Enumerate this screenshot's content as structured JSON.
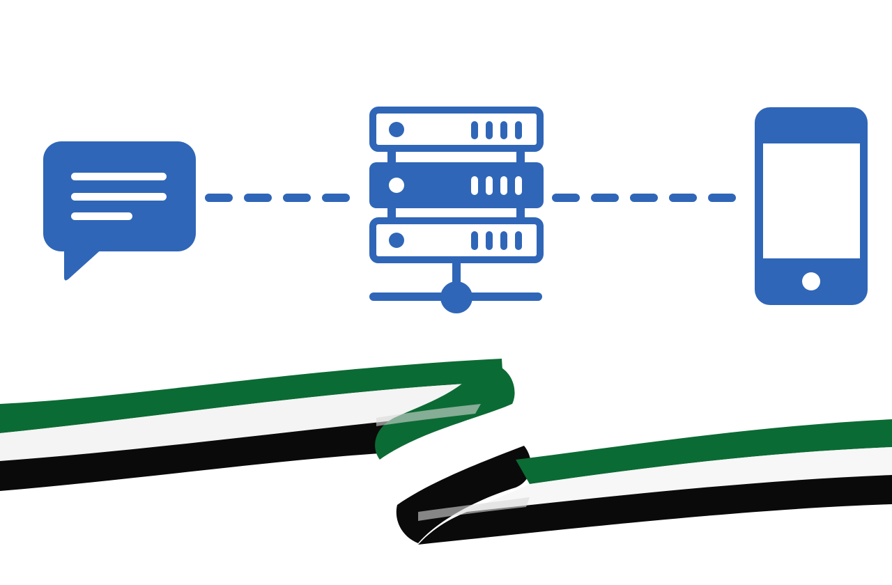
{
  "colors": {
    "background": "#ffffff",
    "icon_blue": "#2f66b7",
    "ribbon_green": "#0b6b34",
    "ribbon_white": "#ffffff",
    "ribbon_black": "#0a0a0a",
    "ribbon_shade": "#d9d9d9"
  },
  "nodes": [
    {
      "role": "message",
      "icon": "chat-bubble-icon"
    },
    {
      "role": "server",
      "icon": "server-rack-icon"
    },
    {
      "role": "device",
      "icon": "smartphone-icon"
    }
  ],
  "connections": [
    {
      "from": "message",
      "to": "server",
      "style": "dashed"
    },
    {
      "from": "server",
      "to": "device",
      "style": "dashed"
    }
  ],
  "decoration": {
    "ribbon": "flag-ribbon-green-white-black"
  }
}
